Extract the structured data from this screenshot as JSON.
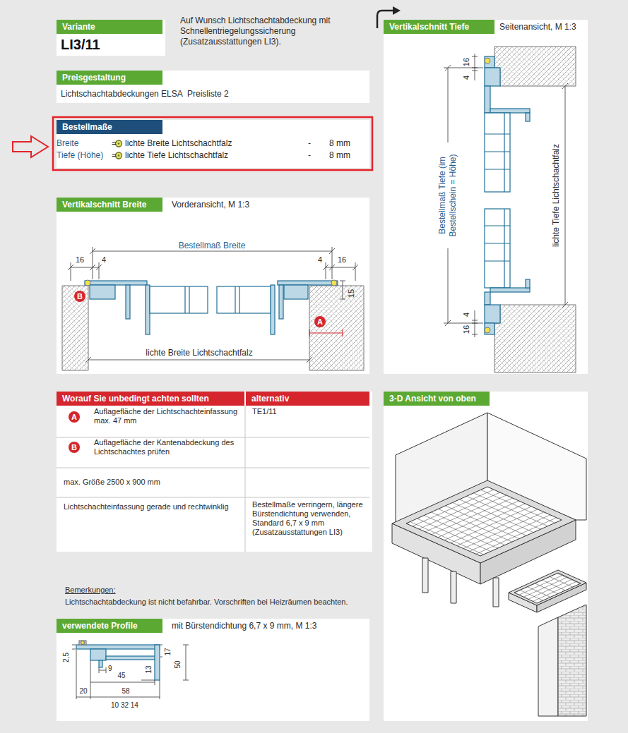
{
  "diagram": {
    "nodes": [
      {
        "text": [
          "Variante",
          "LI3/11"
        ]
      },
      {
        "text": [
          "Preisgestaltung",
          "Lichtschachtabdeckungen ELSA",
          "Preisliste 2"
        ]
      },
      {
        "text": [
          "Bestellmaße"
        ]
      },
      {
        "text": [
          "Vertikalschnitt Breite",
          "Vorderansicht, M 1:3"
        ]
      },
      {
        "text": [
          "Vertikalschnitt Tiefe",
          "Seitenansicht, M 1:3"
        ]
      },
      {
        "text": [
          "Worauf Sie unbedingt achten sollten",
          "alternativ"
        ]
      },
      {
        "text": [
          "3-D Ansicht von oben"
        ]
      },
      {
        "text": [
          "verwendete Profile",
          "mit Bürstendichtung 6,7 x 9 mm, M 1:3"
        ]
      }
    ],
    "labels": [
      "Auf Wunsch Lichtschachtabdeckung mit Schnellentriegelungssicherung (Zusatzausstattungen LI3).",
      "Breite",
      "=",
      "lichte Breite Lichtschachtfalz",
      "-",
      "8 mm",
      "Tiefe (Höhe)",
      "=",
      "lichte Tiefe Lichtschachtfalz",
      "-",
      "8 mm",
      "Bestellmaß Breite",
      "16",
      "4",
      "4",
      "16",
      "15",
      "B",
      "A",
      "lichte Breite Lichtschachtfalz",
      "16",
      "4",
      "Bestellmaß Tiefe (im Bestellschein = Höhe)",
      "lichte Tiefe Lichtschachtfalz",
      "4",
      "16",
      "A",
      "Auflagefläche der Lichtschachteinfassung max. 47 mm",
      "TE1/11",
      "B",
      "Auflagefläche der Kantenabdeckung des Lichtschachtes prüfen",
      "max. Größe 2500 x 900 mm",
      "Lichtschachteinfassung gerade und rechtwinklig",
      "Bestellmaße verringern, längere Bürstendichtung verwenden, Standard 6,7 x 9 mm (Zusatzausstattungen LI3)",
      "Bemerkungen:",
      "Lichtschachtabdeckung ist nicht befahrbar. Vorschriften bei Heizräumen beachten.",
      "2,5",
      "9",
      "45",
      "58",
      "20",
      "10 32 14",
      "17",
      "13",
      "50"
    ]
  }
}
